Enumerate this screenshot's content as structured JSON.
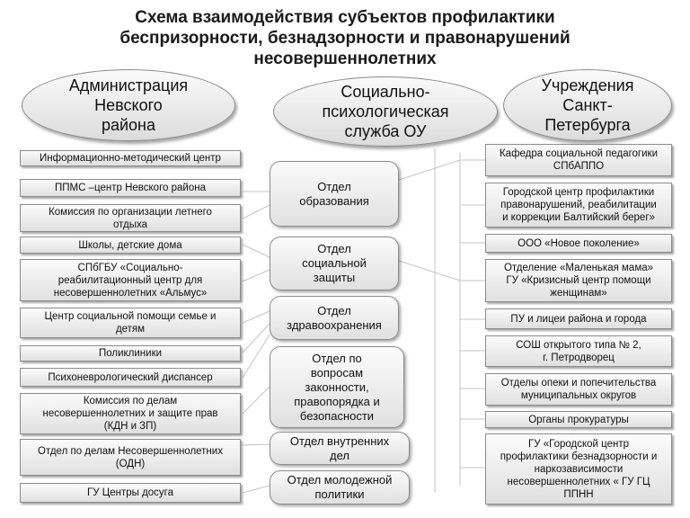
{
  "title": {
    "line1": "Схема взаимодействия субъектов профилактики",
    "line2": "беспризорности, безнадзорности и правонарушений",
    "line3": "несовершеннолетних"
  },
  "ellipses": {
    "left": [
      "Администрация",
      "Невского",
      "района"
    ],
    "center": [
      "Социально-",
      "психологическая",
      "служба ОУ"
    ],
    "right": [
      "Учреждения",
      "Санкт-",
      "Петербурга"
    ]
  },
  "left_boxes": [
    [
      "Информационно-методический центр"
    ],
    [
      "ППМС –центр Невского района"
    ],
    [
      "Комиссия по организации летнего",
      "отдыха"
    ],
    [
      "Школы, детские дома"
    ],
    [
      "СПбГБУ «Социально-",
      "реабилитационный центр для",
      "несовершеннолетних «Альмус»"
    ],
    [
      "Центр социальной помощи семье и",
      "детям"
    ],
    [
      "Поликлиники"
    ],
    [
      "Психоневрологический диспансер"
    ],
    [
      "Комиссия по делам",
      "несовершеннолетних и защите прав",
      "(КДН и ЗП)"
    ],
    [
      "Отдел по делам Несовершеннолетних",
      "(ОДН)"
    ],
    [
      "ГУ Центры досуга"
    ]
  ],
  "center_boxes": [
    [
      "Отдел",
      "образования"
    ],
    [
      "Отдел",
      "социальной",
      "защиты"
    ],
    [
      "Отдел",
      "здравоохранения"
    ],
    [
      "Отдел по",
      "вопросам",
      "законности,",
      "правопорядка и",
      "безопасности"
    ],
    [
      "Отдел внутренних",
      "дел"
    ],
    [
      "Отдел молодежной",
      "политики"
    ]
  ],
  "right_boxes": [
    [
      "Кафедра социальной педагогики",
      "СПбАППО"
    ],
    [
      "Городской центр профилактики",
      "правонарушений, реабилитации",
      "и коррекции Балтийский берег»"
    ],
    [
      "ООО «Новое поколение»"
    ],
    [
      "Отделение «Маленькая мама»",
      "ГУ «Кризисный центр помощи",
      "женщинам»"
    ],
    [
      "ПУ и лицеи района и города"
    ],
    [
      "СОШ открытого типа № 2,",
      "г. Петродворец"
    ],
    [
      "Отделы опеки и попечительства",
      "муниципальных округов"
    ],
    [
      "Органы прокуратуры"
    ],
    [
      "ГУ «Городской  центр",
      "профилактики безнадзорности и",
      "наркозависимости",
      "несовершеннолетних « ГУ ГЦ",
      "ППНН"
    ]
  ],
  "colors": {
    "border": "#8c8c8c",
    "fill_top": "#fbfbfb",
    "fill_bottom": "#e0e0e0",
    "line": "#bdbdbd"
  }
}
